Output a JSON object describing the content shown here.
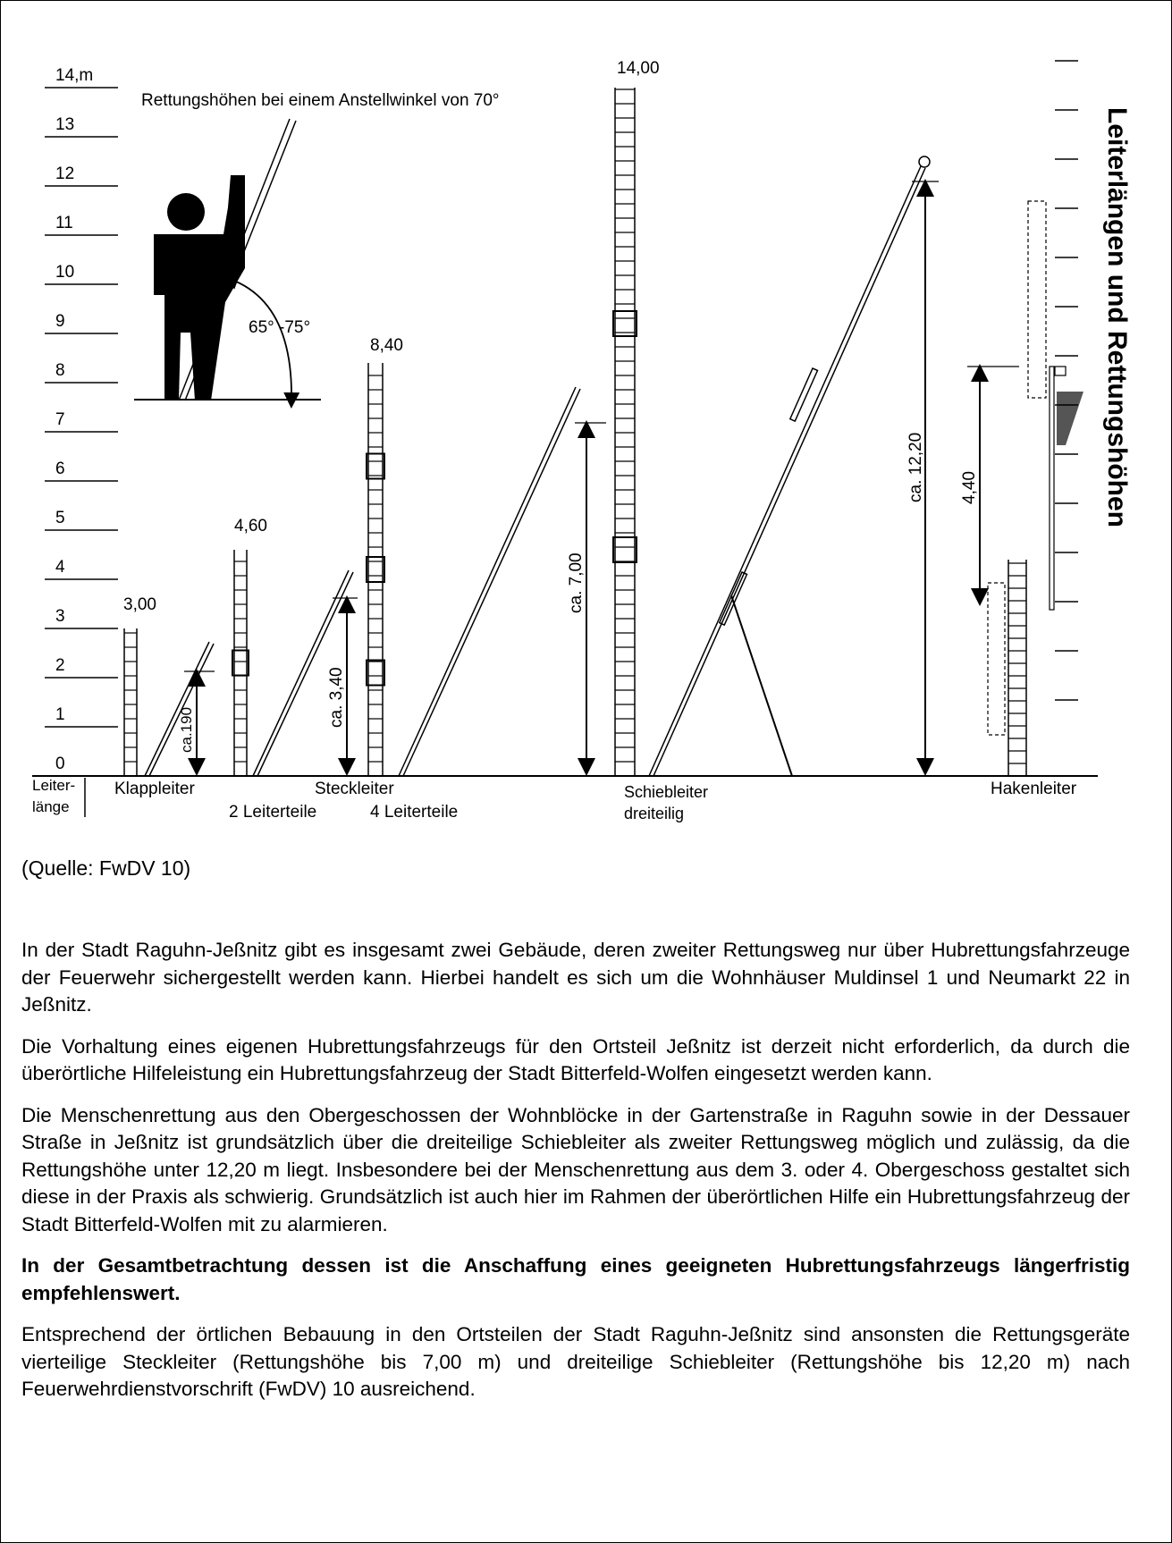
{
  "figure": {
    "axis": {
      "ticks": [
        "0",
        "1",
        "2",
        "3",
        "4",
        "5",
        "6",
        "7",
        "8",
        "9",
        "10",
        "11",
        "12",
        "13",
        "14,m"
      ],
      "label_line1": "Leiter-",
      "label_line2": "länge"
    },
    "title": "Rettungshöhen bei einem Anstellwinkel von 70°",
    "angle_label": "65° -75°",
    "side_title": "Leiterlängen und Rettungshöhen",
    "ladders": {
      "klappleiter": {
        "name": "Klappleiter",
        "length": "3,00",
        "height": "ca.190"
      },
      "steckleiter": {
        "name": "Steckleiter",
        "parts2": "2 Leiterteile",
        "parts4": "4 Leiterteile",
        "length2": "4,60",
        "length4": "8,40",
        "height2": "ca. 3,40",
        "height4": "ca. 7,00"
      },
      "schiebleiter": {
        "name_line1": "Schiebleiter",
        "name_line2": "dreiteilig",
        "length": "14,00",
        "height": "ca. 12,20"
      },
      "hakenleiter": {
        "name": "Hakenleiter",
        "length": "4,40"
      }
    }
  },
  "caption": "(Quelle: FwDV 10)",
  "paragraphs": [
    "In der Stadt Raguhn-Jeßnitz gibt es insgesamt zwei Gebäude, deren zweiter Rettungsweg nur über Hubrettungsfahrzeuge der Feuerwehr sichergestellt werden kann. Hierbei handelt es sich um die Wohnhäuser Muldinsel 1 und Neumarkt 22 in Jeßnitz.",
    "Die Vorhaltung eines eigenen Hubrettungsfahrzeugs für den Ortsteil Jeßnitz ist derzeit nicht erforderlich, da durch die überörtliche Hilfeleistung ein Hubrettungsfahrzeug der Stadt Bitterfeld-Wolfen eingesetzt werden kann.",
    "Die Menschenrettung aus den Obergeschossen der Wohnblöcke in der Gartenstraße in Raguhn sowie in der Dessauer Straße in Jeßnitz ist grundsätzlich über die dreiteilige Schiebleiter als zweiter Rettungsweg möglich und zulässig, da die Rettungshöhe unter 12,20 m liegt. Insbesondere bei der Menschenrettung aus dem 3. oder 4. Obergeschoss gestaltet sich diese in der Praxis als schwierig. Grundsätzlich ist auch hier im Rahmen der überörtlichen Hilfe ein Hubrettungsfahrzeug der Stadt Bitterfeld-Wolfen mit zu alarmieren.",
    "In der Gesamtbetrachtung dessen ist die Anschaffung eines geeigneten Hubrettungsfahrzeugs längerfristig empfehlenswert.",
    "Entsprechend der örtlichen Bebauung in den Ortsteilen der Stadt Raguhn-Jeßnitz sind ansonsten die Rettungsgeräte vierteilige Steckleiter (Rettungshöhe bis 7,00 m) und dreiteilige Schiebleiter (Rettungshöhe bis 12,20 m) nach Feuerwehrdienstvorschrift (FwDV) 10 ausreichend."
  ]
}
